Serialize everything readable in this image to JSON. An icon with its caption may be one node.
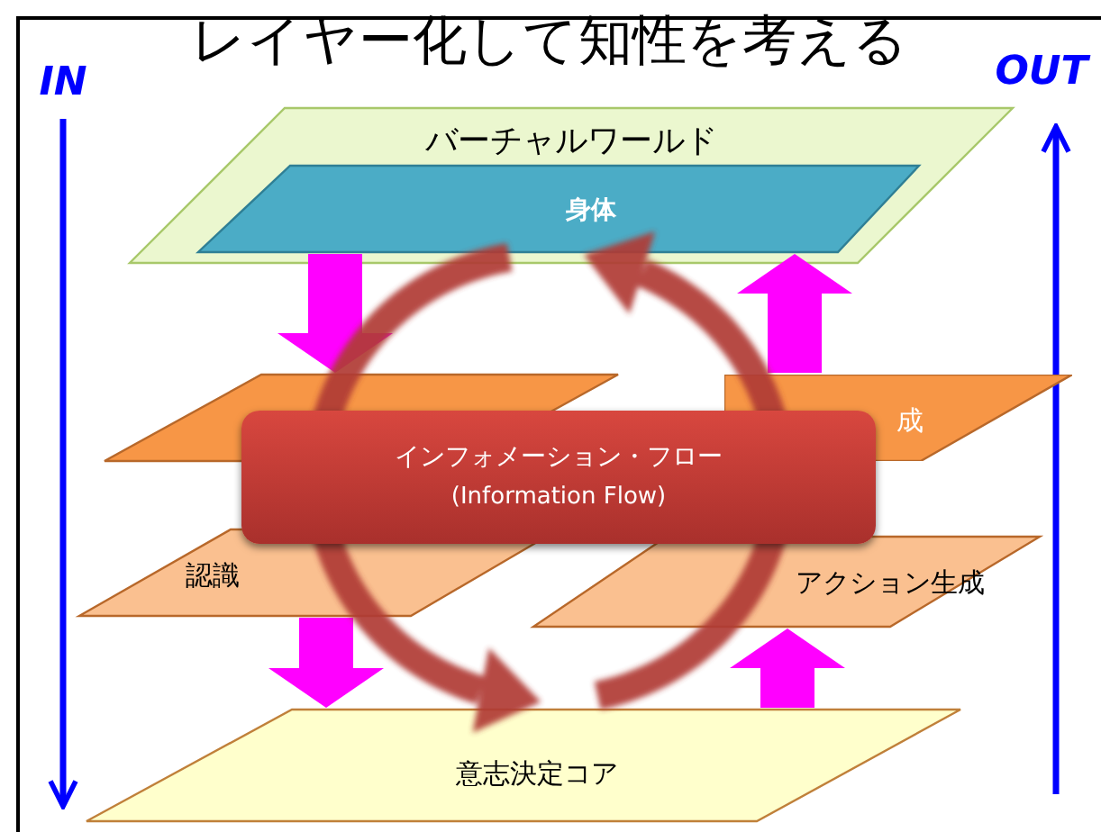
{
  "diagram": {
    "title": "レイヤー化して知性を考える",
    "nodes": [
      {
        "text": [
          "バーチャルワールド"
        ]
      },
      {
        "text": [
          "身体"
        ],
        "in": 0
      },
      {
        "text": [],
        "shape": "box"
      },
      {
        "text": [
          "成"
        ]
      },
      {
        "text": [
          "インフォメーション・フロー",
          "(Information Flow)"
        ]
      },
      {
        "text": [
          "認識"
        ]
      },
      {
        "text": [
          "アクション生成"
        ]
      },
      {
        "text": [
          "意志決定コア"
        ]
      }
    ],
    "edges": [
      {
        "from": 1,
        "to": 2,
        "arrow": "to"
      },
      {
        "from": 3,
        "to": 1,
        "arrow": "to"
      },
      {
        "from": 5,
        "to": 7,
        "arrow": "to"
      },
      {
        "from": 7,
        "to": 6,
        "arrow": "to"
      }
    ],
    "labels": [
      "IN",
      "OUT"
    ]
  }
}
